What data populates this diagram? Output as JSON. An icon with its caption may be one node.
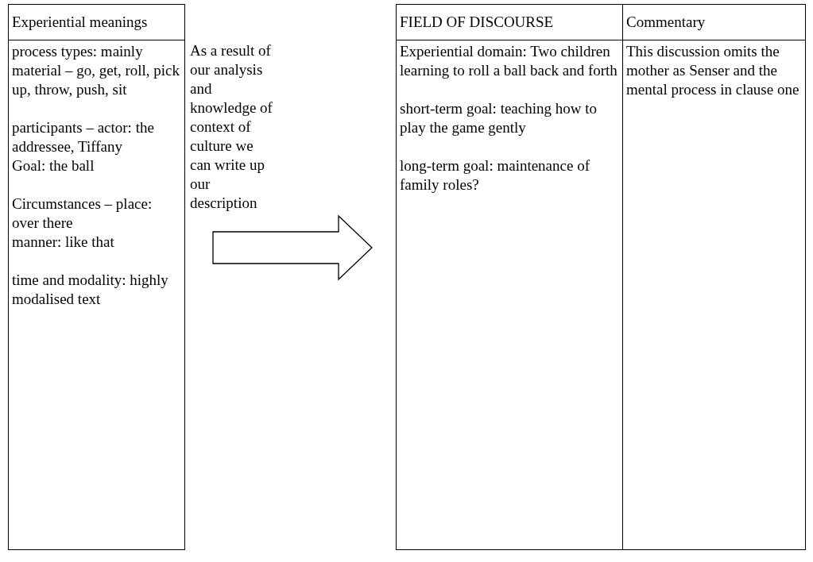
{
  "diagram": {
    "nodes": [
      {
        "text": [
          "Experiential meanings",
          "process types: mainly material – go, get, roll, pick up, throw, push, sit",
          "participants – actor: the addressee, Tiffany",
          "Goal: the ball",
          "Circumstances – place: over there",
          "manner: like that",
          "time and modality: highly modalised text"
        ]
      },
      {
        "text": [
          "FIELD OF DISCOURSE",
          "Experiential domain:  Two children learning to roll a ball back and forth",
          "short-term goal: teaching how to play the game gently",
          "long-term goal: maintenance of family roles?"
        ]
      },
      {
        "text": [
          "Commentary",
          "This discussion omits the mother as Senser and the mental process in clause one"
        ]
      }
    ],
    "edges": [
      {
        "from": 0,
        "to": 1,
        "arrow": "to",
        "label": "As a result of our analysis and knowledge of context of culture we can write up our description"
      }
    ]
  }
}
